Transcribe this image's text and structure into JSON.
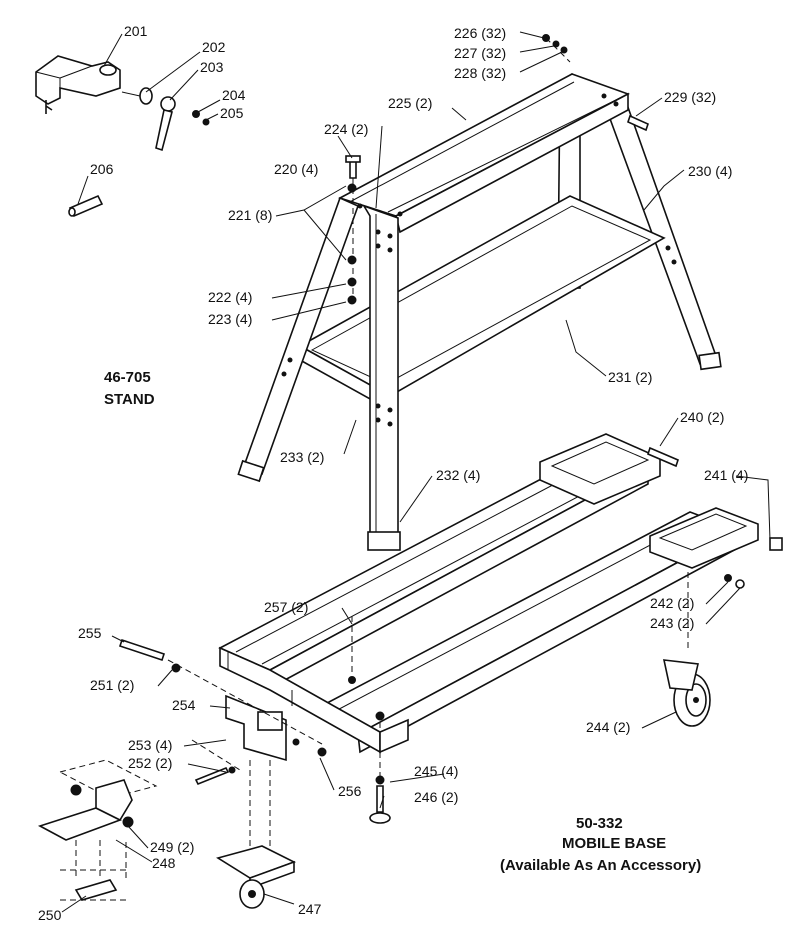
{
  "labels": {
    "p201": "201",
    "p202": "202",
    "p203": "203",
    "p204": "204",
    "p205": "205",
    "p206": "206",
    "p220": "220 (4)",
    "p221": "221 (8)",
    "p222": "222 (4)",
    "p223": "223 (4)",
    "p224": "224 (2)",
    "p225": "225 (2)",
    "p226": "226 (32)",
    "p227": "227 (32)",
    "p228": "228 (32)",
    "p229": "229 (32)",
    "p230": "230 (4)",
    "p231": "231 (2)",
    "p232": "232 (4)",
    "p233": "233 (2)",
    "p240": "240 (2)",
    "p241": "241 (4)",
    "p242": "242 (2)",
    "p243": "243 (2)",
    "p244": "244 (2)",
    "p245": "245 (4)",
    "p246": "246 (2)",
    "p247": "247",
    "p248": "248",
    "p249": "249 (2)",
    "p250": "250",
    "p251": "251 (2)",
    "p252": "252 (2)",
    "p253": "253 (4)",
    "p254": "254",
    "p255": "255",
    "p256": "256",
    "p257": "257 (2)"
  },
  "stand": {
    "model": "46-705",
    "name": "STAND"
  },
  "base": {
    "model": "50-332",
    "name": "MOBILE BASE",
    "note": "(Available As An Accessory)"
  }
}
